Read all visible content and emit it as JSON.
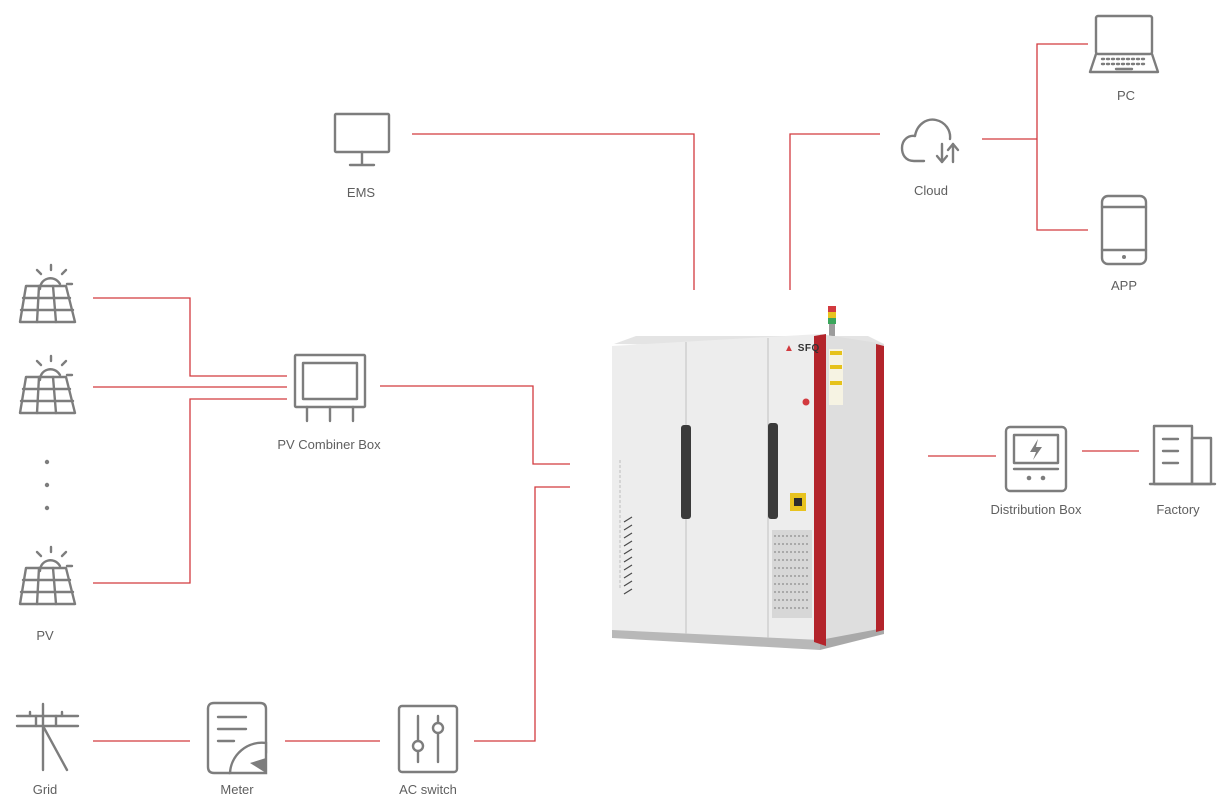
{
  "nodes": {
    "ems": "EMS",
    "cloud": "Cloud",
    "pc": "PC",
    "app": "APP",
    "pv_combiner": "PV Combiner Box",
    "pv": "PV",
    "distribution": "Distribution Box",
    "factory": "Factory",
    "grid": "Grid",
    "meter": "Meter",
    "ac_switch": "AC switch"
  },
  "cabinet": {
    "brand": "SFQ"
  },
  "colors": {
    "wire": "#d23a3f",
    "icon": "#7d7d7d",
    "label": "#5f5f5f",
    "cabinet_trim": "#b3242b"
  },
  "icons": [
    "monitor-icon",
    "cloud-sync-icon",
    "laptop-icon",
    "tablet-icon",
    "solar-panel-icon",
    "combiner-box-icon",
    "distribution-box-icon",
    "factory-icon",
    "power-tower-icon",
    "meter-icon",
    "ac-switch-icon",
    "ellipsis-icon"
  ]
}
